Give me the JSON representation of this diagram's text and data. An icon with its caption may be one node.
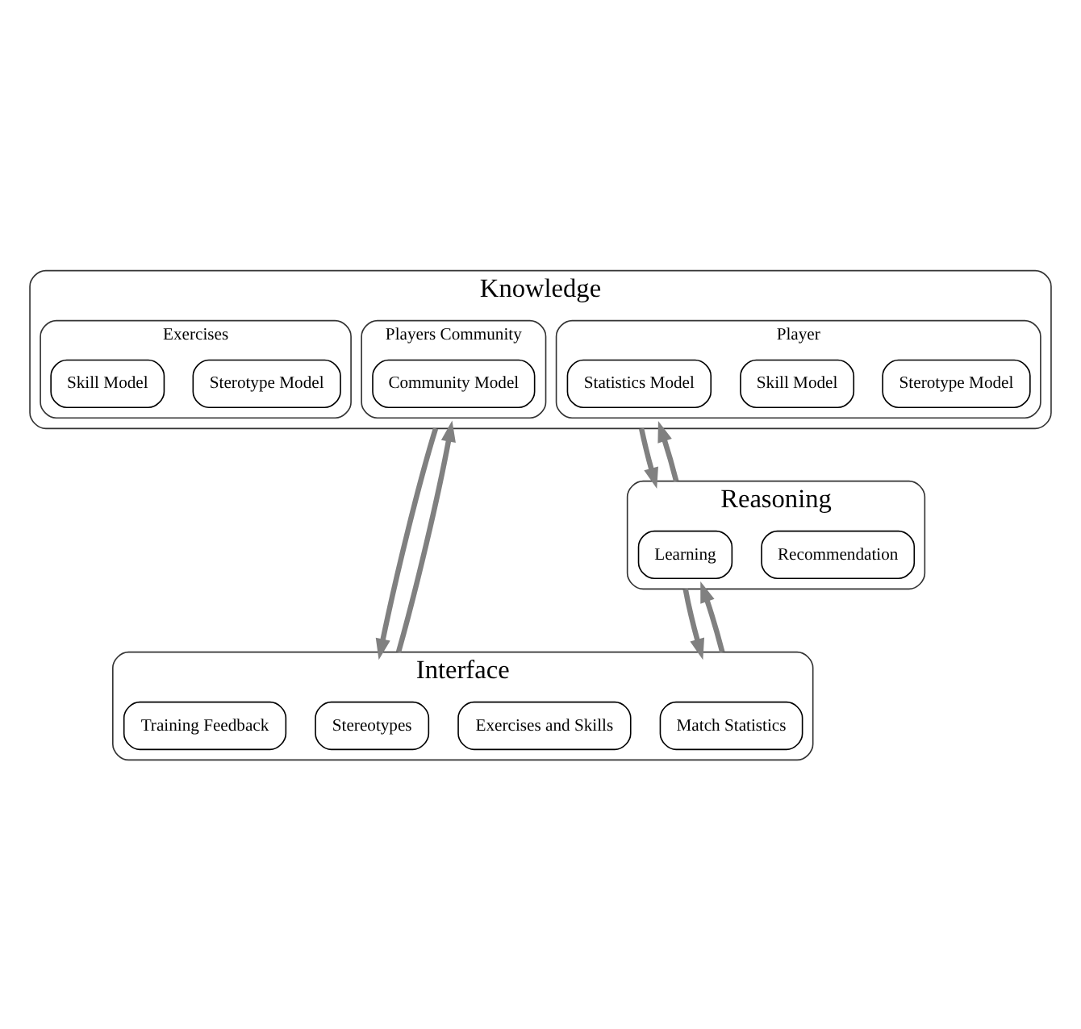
{
  "diagram": {
    "nodes": [
      {
        "text": [
          "Knowledge"
        ]
      },
      {
        "text": [
          "Players Community"
        ],
        "in": 0
      },
      {
        "text": [
          "Community Model"
        ],
        "in": 1
      },
      {
        "text": [
          "Player"
        ],
        "in": 0
      },
      {
        "text": [
          "Sterotype Model"
        ],
        "in": 3
      },
      {
        "text": [
          "Skill Model"
        ],
        "in": 3
      },
      {
        "text": [
          "Statistics Model"
        ],
        "in": 3
      },
      {
        "text": [
          "Exercises"
        ],
        "in": 0
      },
      {
        "text": [
          "Sterotype Model"
        ],
        "in": 7
      },
      {
        "text": [
          "Skill Model"
        ],
        "in": 7
      },
      {
        "text": [
          "Reasoning"
        ]
      },
      {
        "text": [
          "Recommendation"
        ],
        "in": 10
      },
      {
        "text": [
          "Learning"
        ],
        "in": 10
      },
      {
        "text": [
          "Interface"
        ]
      },
      {
        "text": [
          "Stereotypes"
        ],
        "in": 13
      },
      {
        "text": [
          "Exercises and Skills"
        ],
        "in": 13
      },
      {
        "text": [
          "Match Statistics"
        ],
        "in": 13
      },
      {
        "text": [
          "Training Feedback"
        ],
        "in": 13
      }
    ],
    "edges": [
      {
        "from": 0,
        "to": 13,
        "arrow": "to"
      },
      {
        "from": 13,
        "to": 0,
        "arrow": "to"
      },
      {
        "from": 0,
        "to": 10,
        "arrow": "to"
      },
      {
        "from": 10,
        "to": 0,
        "arrow": "to"
      },
      {
        "from": 10,
        "to": 13,
        "arrow": "to"
      },
      {
        "from": 13,
        "to": 10,
        "arrow": "to"
      }
    ]
  }
}
